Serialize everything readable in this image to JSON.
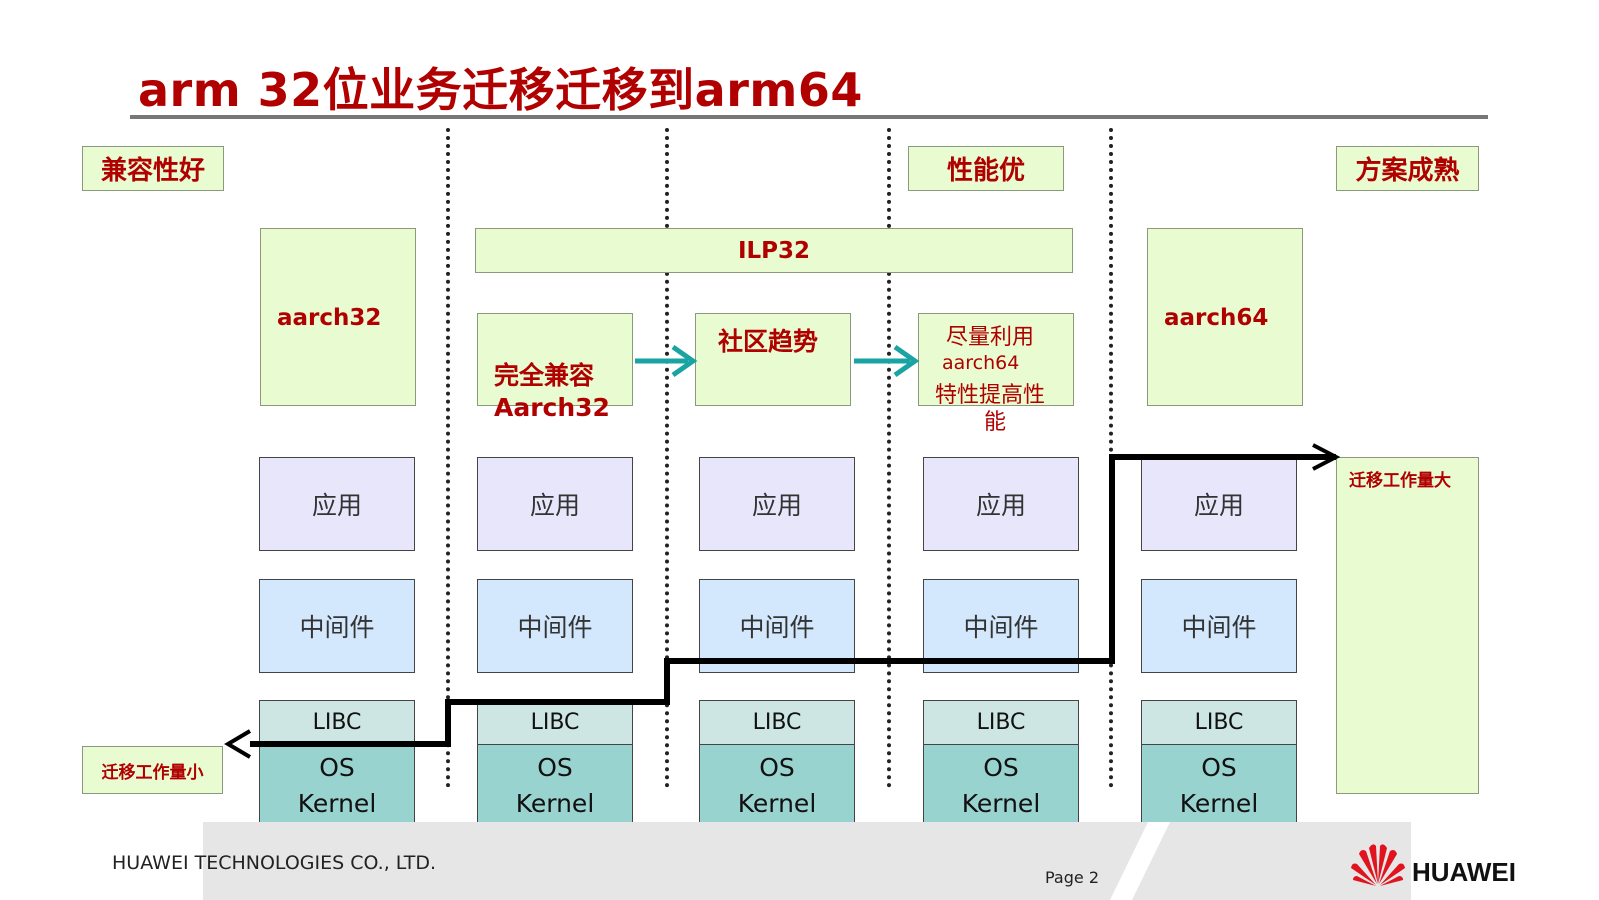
{
  "title": "arm 32位业务迁移迁移到arm64",
  "tags": {
    "compatibility": "兼容性好",
    "performance": "性能优",
    "maturity": "方案成熟"
  },
  "ilp32": "ILP32",
  "columns": [
    {
      "top_label": "aarch32",
      "app": "应用",
      "middleware": "中间件",
      "libc": "LIBC",
      "os": "OS",
      "kernel": "Kernel"
    },
    {
      "top_label": "完全兼容\nAarch32",
      "app": "应用",
      "middleware": "中间件",
      "libc": "LIBC",
      "os": "OS",
      "kernel": "Kernel"
    },
    {
      "top_label": "社区趋势",
      "app": "应用",
      "middleware": "中间件",
      "libc": "LIBC",
      "os": "OS",
      "kernel": "Kernel"
    },
    {
      "top_label_line1": "尽量利用",
      "top_label_line2": "aarch64",
      "top_label_line3": "特性提高性",
      "top_label_line4": "能",
      "app": "应用",
      "middleware": "中间件",
      "libc": "LIBC",
      "os": "OS",
      "kernel": "Kernel"
    },
    {
      "top_label": "aarch64",
      "app": "应用",
      "middleware": "中间件",
      "libc": "LIBC",
      "os": "OS",
      "kernel": "Kernel"
    }
  ],
  "workload": {
    "small": "迁移工作量小",
    "large": "迁移工作量大"
  },
  "footer": {
    "company": "HUAWEI TECHNOLOGIES CO., LTD.",
    "page": "Page 2",
    "brand": "HUAWEI"
  },
  "colors": {
    "title": "#b00000",
    "tag_fill": "#e9fbd0",
    "app_fill": "#e8e6fb",
    "middleware_fill": "#d4e8fd",
    "libc_fill": "#cde5e3",
    "os_fill": "#99d3d0",
    "arrow_teal": "#1aa3a3",
    "brand_red": "#e0141e"
  }
}
